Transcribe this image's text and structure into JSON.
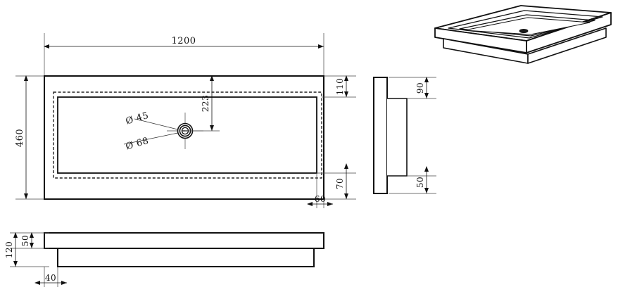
{
  "drawing": {
    "type": "engineering-drawing",
    "subject": "rectangular washbasin",
    "units": "mm",
    "line_color": "#111111",
    "background_color": "#ffffff",
    "views": {
      "top": {
        "name": "top-view",
        "dimensions": {
          "overall_length": "1200",
          "overall_width": "460",
          "drain_offset_from_top": "223",
          "rim_top": "110",
          "rim_bottom": "70",
          "rim_right": "60"
        },
        "annotations": {
          "drain_inner": "Ø 45",
          "drain_outer": "Ø 68"
        }
      },
      "side": {
        "name": "side-view",
        "dimensions": {
          "upper_offset": "90",
          "lower_offset": "50"
        }
      },
      "front": {
        "name": "front-view",
        "dimensions": {
          "overall_height": "120",
          "slab_thickness": "50",
          "step_inset": "40"
        }
      },
      "isometric": {
        "name": "isometric-view",
        "label": ""
      }
    }
  }
}
